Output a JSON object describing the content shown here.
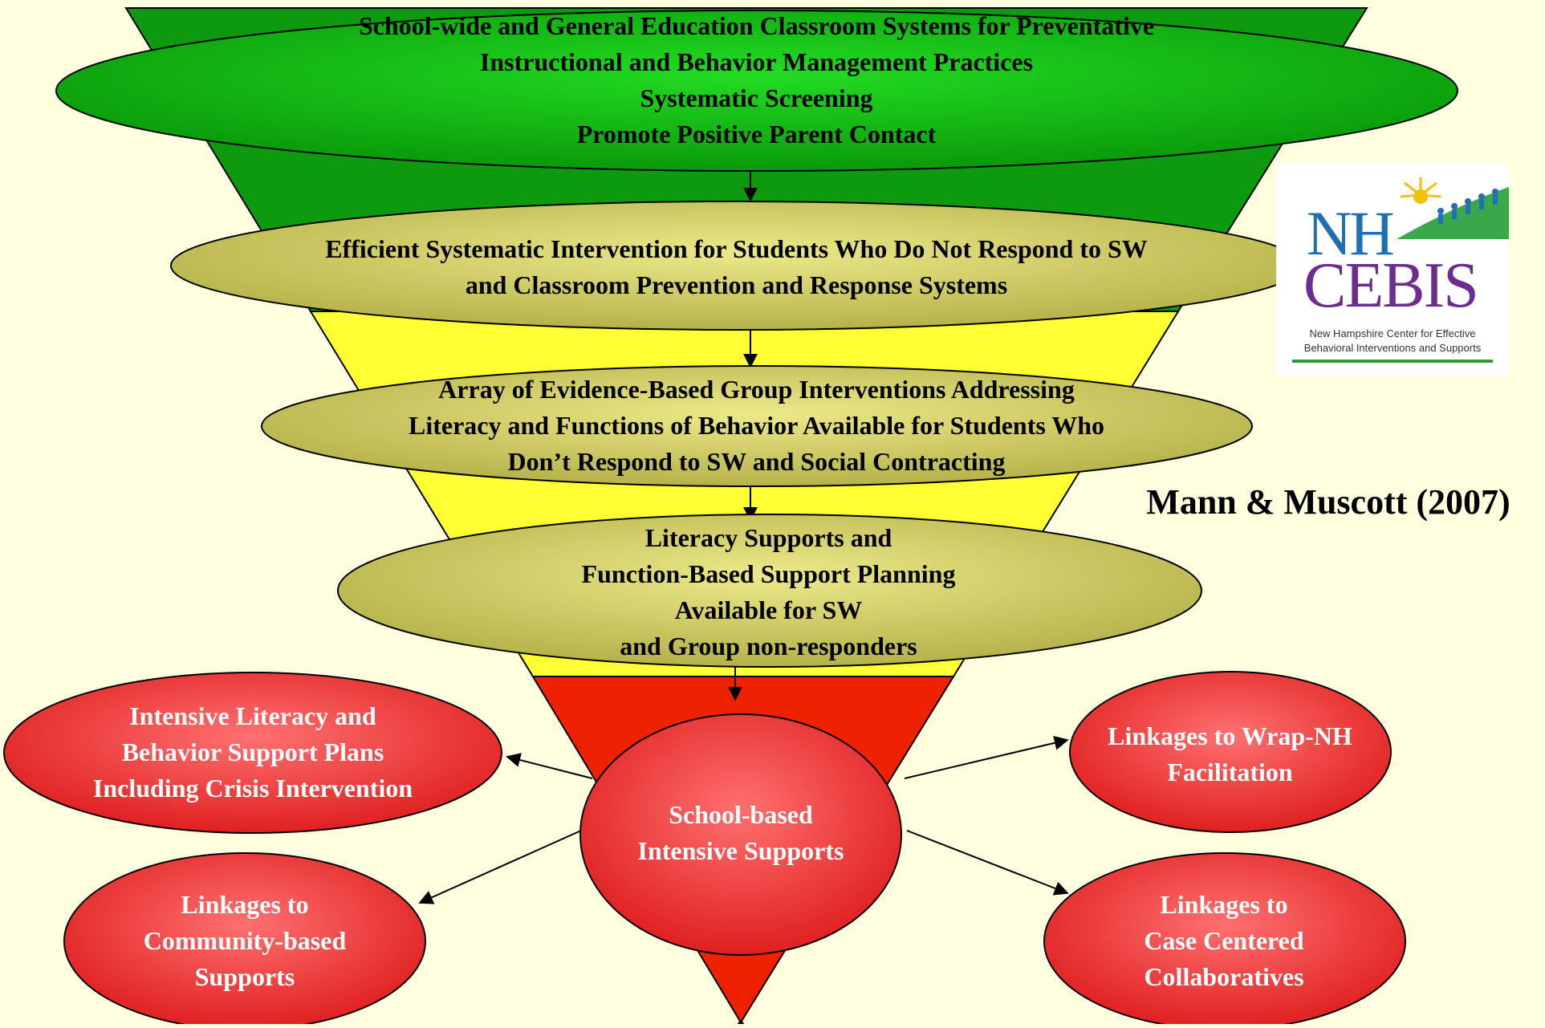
{
  "colors": {
    "background": "#ffffe0",
    "tier1_green": "#0e9a0e",
    "tier2_yellow": "#ffff33",
    "tier3_red": "#ee2200",
    "olive_oval": "#c9c65a",
    "red_oval": "#f04040"
  },
  "diagram": {
    "ovals": [
      {
        "id": "schoolwide",
        "lines": [
          "School-wide and General Education Classroom Systems for Preventative",
          "Instructional and Behavior Management Practices",
          "Systematic Screening",
          "Promote Positive Parent Contact"
        ]
      },
      {
        "id": "efficient",
        "lines": [
          "Efficient Systematic Intervention for Students Who Do Not Respond to SW",
          "and Classroom Prevention and Response Systems"
        ]
      },
      {
        "id": "array",
        "lines": [
          "Array of Evidence-Based Group Interventions Addressing",
          "Literacy and Functions of Behavior Available for Students Who",
          "Don’t Respond to SW and Social Contracting"
        ]
      },
      {
        "id": "literacy",
        "lines": [
          "Literacy Supports and",
          "Function-Based Support Planning",
          "Available for SW",
          "and Group non-responders"
        ]
      },
      {
        "id": "intensive-plans",
        "lines": [
          "Intensive  Literacy and",
          "Behavior Support Plans",
          "Including Crisis Intervention"
        ]
      },
      {
        "id": "school-based",
        "lines": [
          "School-based",
          "Intensive Supports"
        ]
      },
      {
        "id": "wrap",
        "lines": [
          "Linkages to Wrap-NH",
          "Facilitation"
        ]
      },
      {
        "id": "community",
        "lines": [
          "Linkages to",
          "Community-based",
          "Supports"
        ]
      },
      {
        "id": "case",
        "lines": [
          "Linkages to",
          "Case Centered",
          "Collaboratives"
        ]
      }
    ]
  },
  "credit": "Mann & Muscott (2007)",
  "logo": {
    "line1": "NH",
    "line2": "CEBIS",
    "caption1": "New Hampshire Center for Effective",
    "caption2": "Behavioral Interventions and Supports"
  }
}
